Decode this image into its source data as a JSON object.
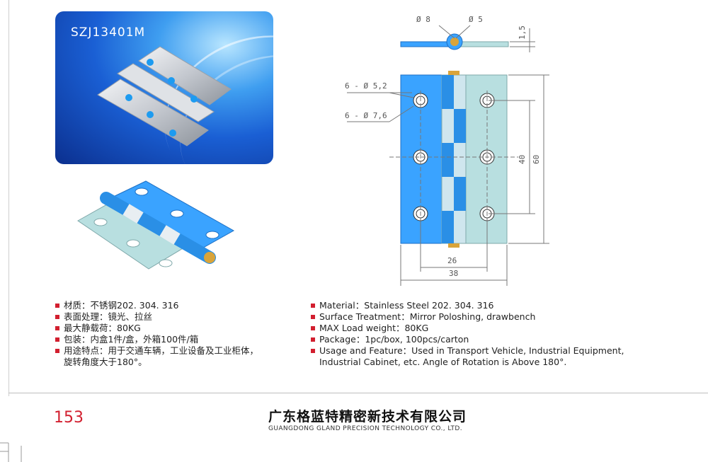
{
  "product": {
    "model": "SZJ13401M"
  },
  "drawing": {
    "dims": {
      "d8": "Ø 8",
      "d5": "Ø 5",
      "t15": "1,5",
      "holes_small": "6 - Ø 5,2",
      "holes_large": "6 - Ø 7,6",
      "pitch": "40",
      "height": "60",
      "inner_width": "26",
      "width": "38"
    }
  },
  "specs_cn": [
    "材质：不锈钢202. 304. 316",
    "表面处理：镜光、拉丝",
    "最大静载荷：80KG",
    "包装：内盒1件/盒，外箱100件/箱",
    "用途特点：用于交通车辆，工业设备及工业柜体，"
  ],
  "specs_cn_cont": "旋转角度大于180°。",
  "specs_en": [
    "Material：Stainless Steel 202. 304. 316",
    "Surface Treatment：Mirror Poloshing, drawbench",
    "MAX Load weight：80KG",
    "Package：1pc/box,  100pcs/carton",
    "Usage and Feature：Used in Transport Vehicle, Industrial Equipment,"
  ],
  "specs_en_cont": "Industrial Cabinet, etc. Angle of Rotation is Above 180°.",
  "footer": {
    "page": "153",
    "company_cn": "广东格蓝特精密新技术有限公司",
    "company_en": "GUANGDONG GLAND PRECISION TECHNOLOGY CO., LTD."
  },
  "colors": {
    "accent": "#d21f2f",
    "leaf_blue": "#3aa3ff",
    "leaf_gray": "#b8dfe0",
    "knuckle": "#d9a43a"
  }
}
